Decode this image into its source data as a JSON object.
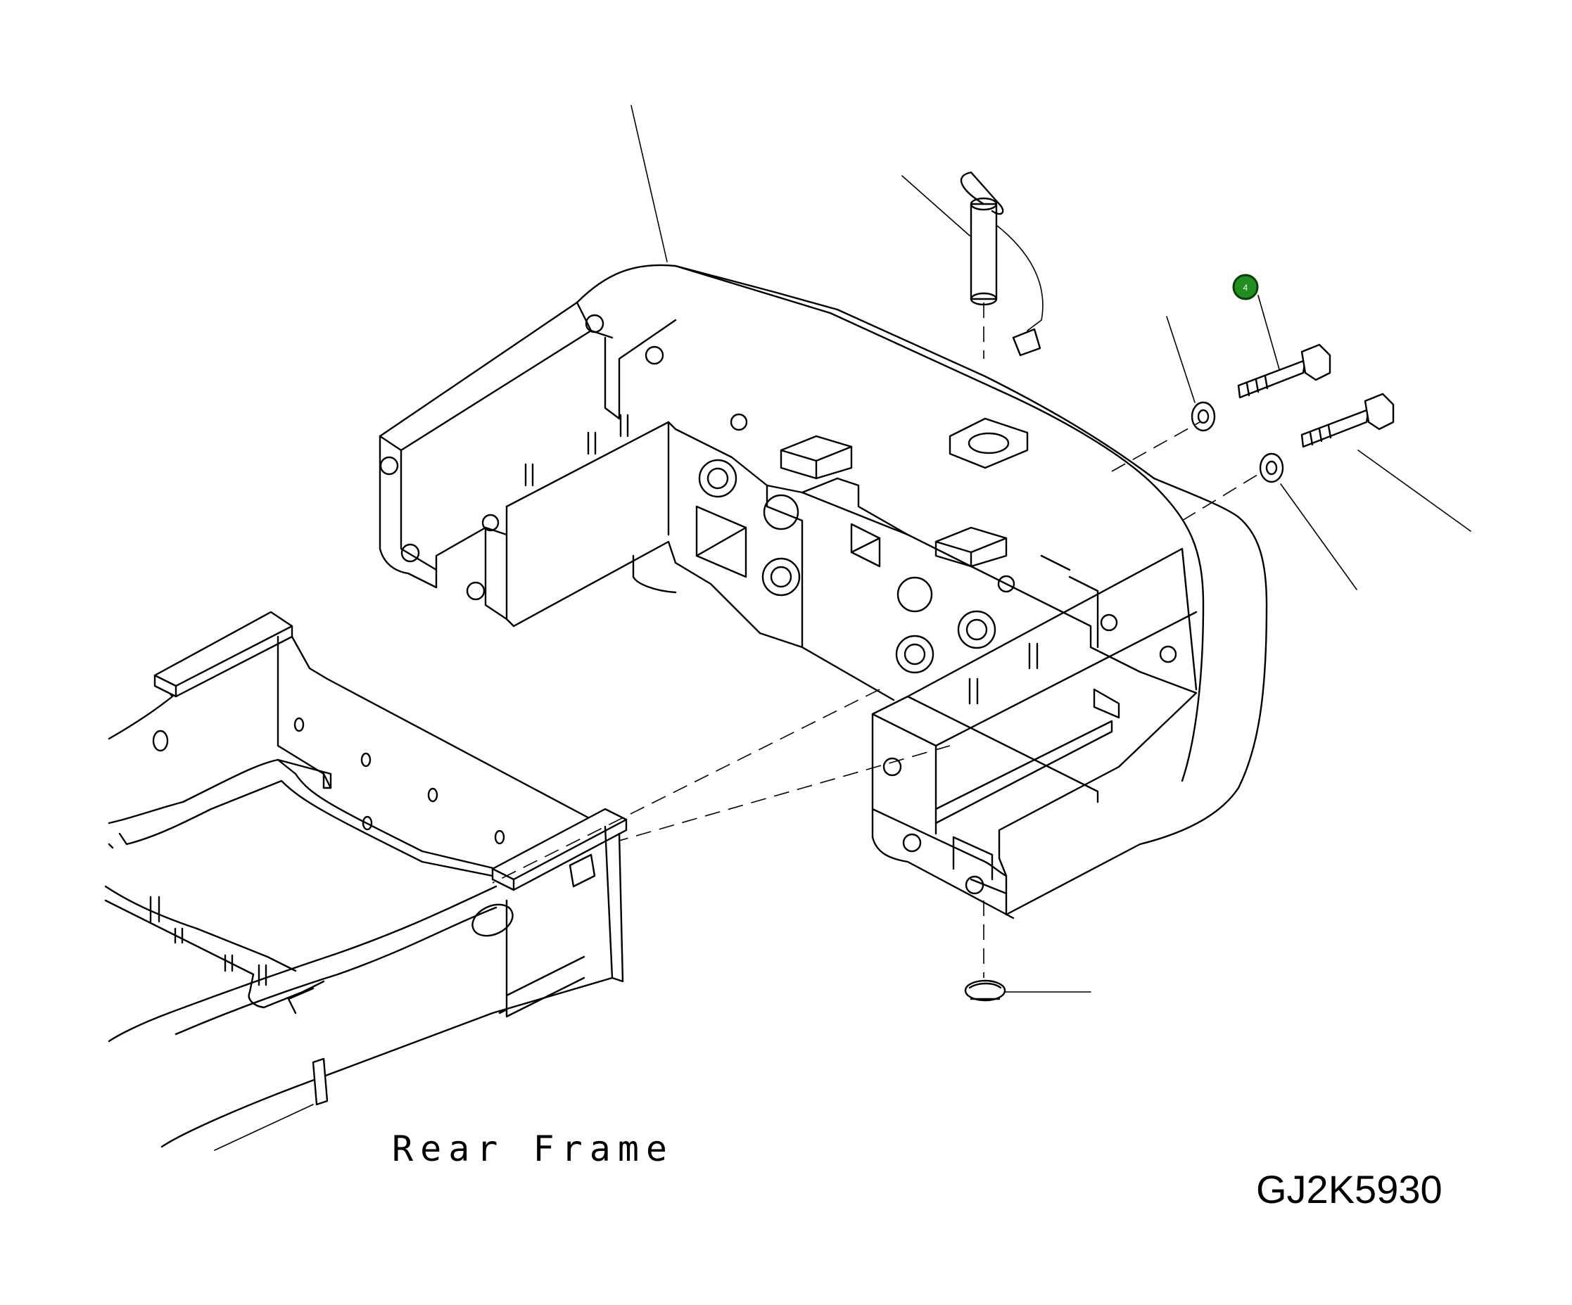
{
  "labels": {
    "rear_frame": "Rear Frame",
    "drawing_code": "GJ2K5930"
  },
  "callouts": [
    {
      "number": "4",
      "color": "#1f8f1f"
    }
  ]
}
